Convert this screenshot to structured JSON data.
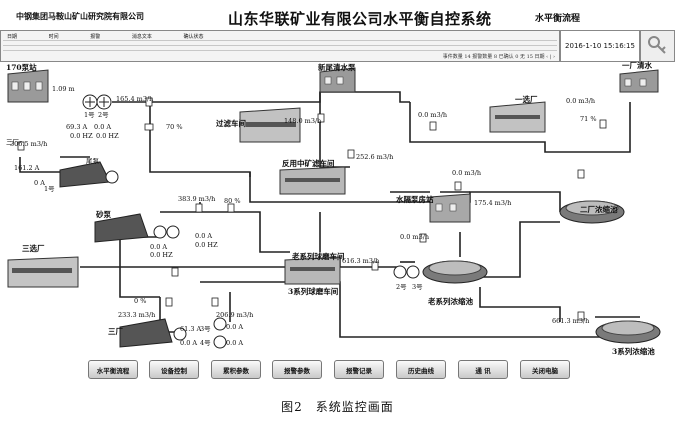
{
  "header": {
    "company": "中钢集团马鞍山矿山研究院有限公司",
    "title": "山东华联矿业有限公司水平衡自控系统",
    "flow_label": "水平衡流程"
  },
  "info_bar": {
    "columns": [
      "日期",
      "时间",
      "报警",
      "消息文本",
      "确认状态"
    ],
    "status": "事件数量 14 报警数量 8 已确认 0 无 15 日期 ‹ | ›"
  },
  "timestamp": "2016-1-10 15:16:15",
  "plant": {
    "pump_170": "170泵站",
    "level_1": "1.09 m",
    "flow_1": "165.4 m3/h",
    "pct_1": "70 %",
    "pump1_id": "1号",
    "pump2_id": "2号",
    "cur_a": "69.3 A",
    "cur_b": "0.0 A",
    "hz_a": "0.0 HZ",
    "hz_b": "0.0 HZ",
    "src_3": "三厂",
    "flow_3": "306.5 m3/h",
    "tail_3": "161.2 A",
    "pump_id_1": "1号",
    "zero_a": "0 A",
    "tail_label": "尾泵",
    "filter": "过滤车间",
    "new_pool": "新尾清水泵",
    "flow_new": "148.0 m3/h",
    "flow_mid": "252.6 m3/h",
    "flow_sel1": "0.0 m3/h",
    "sel1": "一选厂",
    "flow_sel1b": "0.0 m3/h",
    "pct_sel1": "71 %",
    "clear_1": "一厂清水",
    "flow_tr": "0.0 m3/h",
    "thicken_2": "二厂浓缩池",
    "reuse": "反用中矿滤车间",
    "flow_383": "383.9 m3/h",
    "pct_80": "80 %",
    "pump_k": "砂泵",
    "k_a": "0.0 A",
    "k_b": "0.0 A",
    "k_hz": "0.0 HZ",
    "k_hz2": "0.0 HZ",
    "mix_pump": "水隔泵房站",
    "flow_175": "175.4 m3/h",
    "flow_00": "0.0 m3/h",
    "pump_3sel": "三选厂",
    "ball": "老系列球磨车间",
    "flow_616": "616.3 m3/h",
    "old_thick": "老系列浓缩池",
    "new_ball": "3系列球磨车间",
    "pct_0": "0 %",
    "flow_233": "233.3 m3/h",
    "flow_206": "206.9 m3/h",
    "a_613": "61.3 A",
    "a_00": "0.0 A",
    "a_00b": "0.0 A",
    "a_00c": "0.0 A",
    "pump_2": "2号",
    "pump_3": "3号",
    "three_pump": "三厂",
    "flow_661": "661.3 m3/h",
    "thicken_3": "3系列浓缩池",
    "pump_id_3": "3号",
    "pump_id_4": "4号"
  },
  "buttons": [
    "水平衡流程",
    "设备控制",
    "累积参数",
    "报警参数",
    "报警记录",
    "历史曲线",
    "通 讯",
    "关闭电脑"
  ],
  "caption": "图2　系统监控画面"
}
